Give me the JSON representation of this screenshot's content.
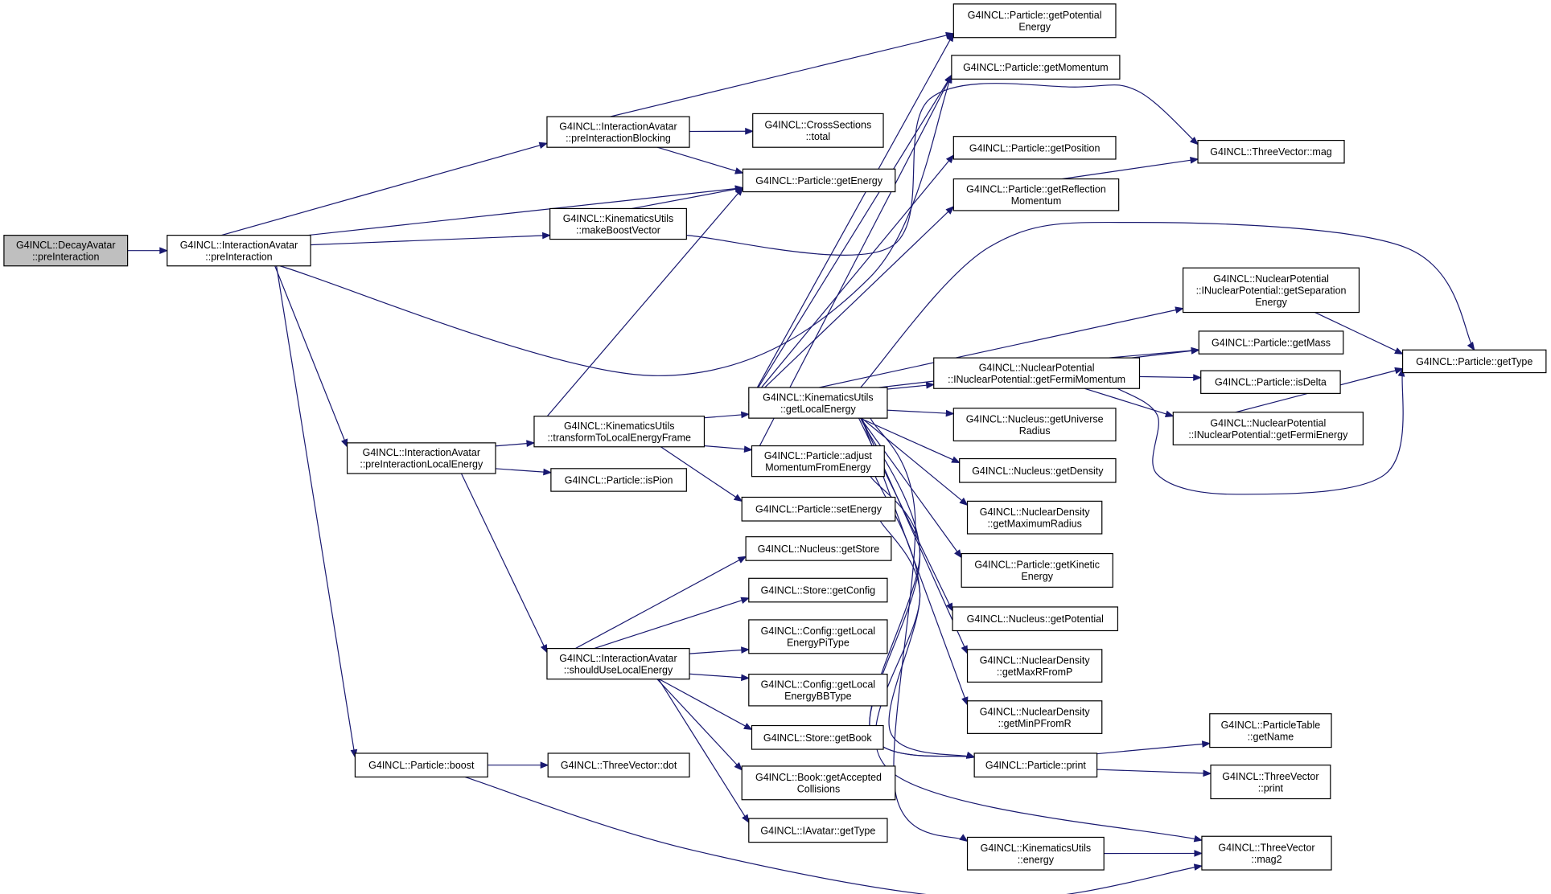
{
  "graph": {
    "nodes": [
      {
        "id": "n01",
        "lines": [
          "G4INCL::DecayAvatar",
          "::preInteraction"
        ],
        "root": true
      },
      {
        "id": "n02",
        "lines": [
          "G4INCL::InteractionAvatar",
          "::preInteraction"
        ]
      },
      {
        "id": "n03",
        "lines": [
          "G4INCL::InteractionAvatar",
          "::preInteractionBlocking"
        ]
      },
      {
        "id": "n04",
        "lines": [
          "G4INCL::KinematicsUtils",
          "::makeBoostVector"
        ]
      },
      {
        "id": "n05",
        "lines": [
          "G4INCL::InteractionAvatar",
          "::preInteractionLocalEnergy"
        ]
      },
      {
        "id": "n06",
        "lines": [
          "G4INCL::Particle::boost"
        ]
      },
      {
        "id": "n07",
        "lines": [
          "G4INCL::CrossSections",
          "::total"
        ]
      },
      {
        "id": "n08",
        "lines": [
          "G4INCL::Particle::getEnergy"
        ]
      },
      {
        "id": "n09",
        "lines": [
          "G4INCL::KinematicsUtils",
          "::transformToLocalEnergyFrame"
        ]
      },
      {
        "id": "n10",
        "lines": [
          "G4INCL::Particle::isPion"
        ]
      },
      {
        "id": "n11",
        "lines": [
          "G4INCL::InteractionAvatar",
          "::shouldUseLocalEnergy"
        ]
      },
      {
        "id": "n12",
        "lines": [
          "G4INCL::ThreeVector::dot"
        ]
      },
      {
        "id": "n13",
        "lines": [
          "G4INCL::KinematicsUtils",
          "::getLocalEnergy"
        ]
      },
      {
        "id": "n14",
        "lines": [
          "G4INCL::Particle::adjust",
          "MomentumFromEnergy"
        ]
      },
      {
        "id": "n15",
        "lines": [
          "G4INCL::Particle::setEnergy"
        ]
      },
      {
        "id": "n16",
        "lines": [
          "G4INCL::Nucleus::getStore"
        ]
      },
      {
        "id": "n17",
        "lines": [
          "G4INCL::Store::getConfig"
        ]
      },
      {
        "id": "n18",
        "lines": [
          "G4INCL::Config::getLocal",
          "EnergyPiType"
        ]
      },
      {
        "id": "n19",
        "lines": [
          "G4INCL::Config::getLocal",
          "EnergyBBType"
        ]
      },
      {
        "id": "n20",
        "lines": [
          "G4INCL::Store::getBook"
        ]
      },
      {
        "id": "n21",
        "lines": [
          "G4INCL::Book::getAccepted",
          "Collisions"
        ]
      },
      {
        "id": "n22",
        "lines": [
          "G4INCL::IAvatar::getType"
        ]
      },
      {
        "id": "n23",
        "lines": [
          "G4INCL::Particle::getPotential",
          "Energy"
        ]
      },
      {
        "id": "n24",
        "lines": [
          "G4INCL::Particle::getMomentum"
        ]
      },
      {
        "id": "n25",
        "lines": [
          "G4INCL::Particle::getPosition"
        ]
      },
      {
        "id": "n26",
        "lines": [
          "G4INCL::Particle::getReflection",
          "Momentum"
        ]
      },
      {
        "id": "n27",
        "lines": [
          "G4INCL::NuclearPotential",
          "::INuclearPotential::getFermiMomentum"
        ]
      },
      {
        "id": "n28",
        "lines": [
          "G4INCL::Nucleus::getUniverse",
          "Radius"
        ]
      },
      {
        "id": "n29",
        "lines": [
          "G4INCL::Nucleus::getDensity"
        ]
      },
      {
        "id": "n30",
        "lines": [
          "G4INCL::NuclearDensity",
          "::getMaximumRadius"
        ]
      },
      {
        "id": "n31",
        "lines": [
          "G4INCL::Particle::getKinetic",
          "Energy"
        ]
      },
      {
        "id": "n32",
        "lines": [
          "G4INCL::Nucleus::getPotential"
        ]
      },
      {
        "id": "n33",
        "lines": [
          "G4INCL::NuclearDensity",
          "::getMaxRFromP"
        ]
      },
      {
        "id": "n34",
        "lines": [
          "G4INCL::NuclearDensity",
          "::getMinPFromR"
        ]
      },
      {
        "id": "n35",
        "lines": [
          "G4INCL::Particle::print"
        ]
      },
      {
        "id": "n36",
        "lines": [
          "G4INCL::KinematicsUtils",
          "::energy"
        ]
      },
      {
        "id": "n37",
        "lines": [
          "G4INCL::ThreeVector::mag"
        ]
      },
      {
        "id": "n38",
        "lines": [
          "G4INCL::NuclearPotential",
          "::INuclearPotential::getSeparation",
          "Energy"
        ]
      },
      {
        "id": "n39",
        "lines": [
          "G4INCL::Particle::getMass"
        ]
      },
      {
        "id": "n40",
        "lines": [
          "G4INCL::Particle::isDelta"
        ]
      },
      {
        "id": "n41",
        "lines": [
          "G4INCL::NuclearPotential",
          "::INuclearPotential::getFermiEnergy"
        ]
      },
      {
        "id": "n42",
        "lines": [
          "G4INCL::ParticleTable",
          "::getName"
        ]
      },
      {
        "id": "n43",
        "lines": [
          "G4INCL::ThreeVector",
          "::print"
        ]
      },
      {
        "id": "n44",
        "lines": [
          "G4INCL::ThreeVector",
          "::mag2"
        ]
      },
      {
        "id": "n45",
        "lines": [
          "G4INCL::Particle::getType"
        ]
      }
    ],
    "edges": [
      [
        "n01",
        "n02"
      ],
      [
        "n02",
        "n03"
      ],
      [
        "n02",
        "n08"
      ],
      [
        "n02",
        "n04"
      ],
      [
        "n02",
        "n24"
      ],
      [
        "n02",
        "n05"
      ],
      [
        "n02",
        "n06"
      ],
      [
        "n03",
        "n23"
      ],
      [
        "n03",
        "n07"
      ],
      [
        "n03",
        "n08"
      ],
      [
        "n04",
        "n08"
      ],
      [
        "n04",
        "n37"
      ],
      [
        "n05",
        "n09"
      ],
      [
        "n05",
        "n10"
      ],
      [
        "n05",
        "n11"
      ],
      [
        "n06",
        "n12"
      ],
      [
        "n06",
        "n44"
      ],
      [
        "n09",
        "n08"
      ],
      [
        "n09",
        "n13"
      ],
      [
        "n09",
        "n14"
      ],
      [
        "n09",
        "n15"
      ],
      [
        "n11",
        "n16"
      ],
      [
        "n11",
        "n17"
      ],
      [
        "n11",
        "n18"
      ],
      [
        "n11",
        "n19"
      ],
      [
        "n11",
        "n20"
      ],
      [
        "n11",
        "n21"
      ],
      [
        "n11",
        "n22"
      ],
      [
        "n13",
        "n23"
      ],
      [
        "n13",
        "n24"
      ],
      [
        "n13",
        "n25"
      ],
      [
        "n13",
        "n26"
      ],
      [
        "n13",
        "n38"
      ],
      [
        "n13",
        "n39"
      ],
      [
        "n13",
        "n45"
      ],
      [
        "n13",
        "n27"
      ],
      [
        "n13",
        "n28"
      ],
      [
        "n13",
        "n29"
      ],
      [
        "n13",
        "n30"
      ],
      [
        "n13",
        "n31"
      ],
      [
        "n13",
        "n32"
      ],
      [
        "n13",
        "n33"
      ],
      [
        "n13",
        "n34"
      ],
      [
        "n13",
        "n35"
      ],
      [
        "n13",
        "n36"
      ],
      [
        "n14",
        "n24"
      ],
      [
        "n14",
        "n35"
      ],
      [
        "n14",
        "n44"
      ],
      [
        "n15",
        "n35"
      ],
      [
        "n26",
        "n37"
      ],
      [
        "n27",
        "n39"
      ],
      [
        "n27",
        "n40"
      ],
      [
        "n27",
        "n41"
      ],
      [
        "n27",
        "n45"
      ],
      [
        "n38",
        "n45"
      ],
      [
        "n41",
        "n45"
      ],
      [
        "n35",
        "n42"
      ],
      [
        "n35",
        "n43"
      ],
      [
        "n36",
        "n44"
      ]
    ]
  }
}
